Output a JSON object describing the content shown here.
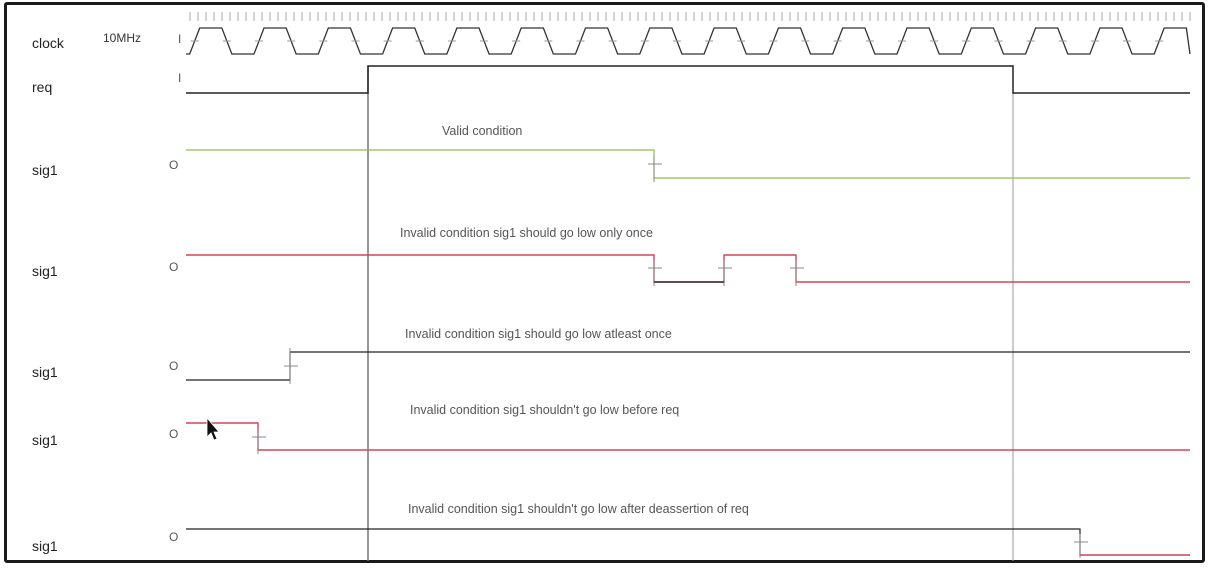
{
  "clock_freq": "10MHz",
  "clock_init": "I",
  "signals": [
    {
      "name": "clock",
      "init": "I"
    },
    {
      "name": "req",
      "init": "I"
    },
    {
      "name": "sig1",
      "init": "O",
      "annotation": "Valid condition",
      "color": "#8fbf4a"
    },
    {
      "name": "sig1",
      "init": "O",
      "annotation": "Invalid condition sig1 should go low only once",
      "color": "#d6455a"
    },
    {
      "name": "sig1",
      "init": "O",
      "annotation": "Invalid condition sig1 should go low atleast once",
      "color": "#222222"
    },
    {
      "name": "sig1",
      "init": "O",
      "annotation": "Invalid condition sig1 shouldn't go low before req",
      "color": "#d6455a"
    },
    {
      "name": "sig1",
      "init": "O",
      "annotation": "Invalid condition sig1 shouldn't go low after deassertion of req",
      "color": "#222222"
    }
  ],
  "pointer": "mouse-cursor"
}
